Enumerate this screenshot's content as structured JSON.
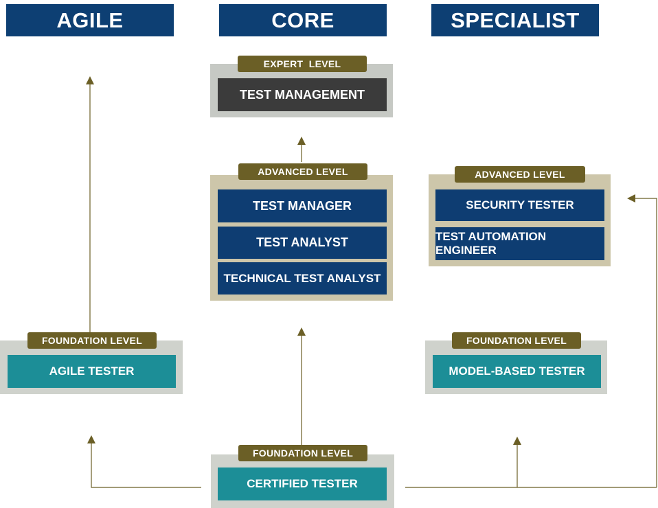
{
  "headers": {
    "agile": "AGILE",
    "core": "CORE",
    "specialist": "SPECIALIST"
  },
  "core": {
    "expert": {
      "level": "EXPERT  LEVEL",
      "items": [
        "TEST MANAGEMENT"
      ]
    },
    "advanced": {
      "level": "ADVANCED LEVEL",
      "items": [
        "TEST MANAGER",
        "TEST ANALYST",
        "TECHNICAL TEST ANALYST"
      ]
    },
    "foundation": {
      "level": "FOUNDATION LEVEL",
      "items": [
        "CERTIFIED TESTER"
      ]
    }
  },
  "agile": {
    "foundation": {
      "level": "FOUNDATION LEVEL",
      "items": [
        "AGILE TESTER"
      ]
    }
  },
  "specialist": {
    "advanced": {
      "level": "ADVANCED LEVEL",
      "items": [
        "SECURITY TESTER",
        "TEST AUTOMATION ENGINEER"
      ]
    },
    "foundation": {
      "level": "FOUNDATION LEVEL",
      "items": [
        "MODEL-BASED TESTER"
      ]
    }
  },
  "colors": {
    "header": "#0d3f73",
    "pill": "#6b5f26",
    "navy_box": "#0e3d72",
    "teal_box": "#1c8e97",
    "dark_box": "#3b3b3b",
    "arrow": "#6b5f26"
  }
}
